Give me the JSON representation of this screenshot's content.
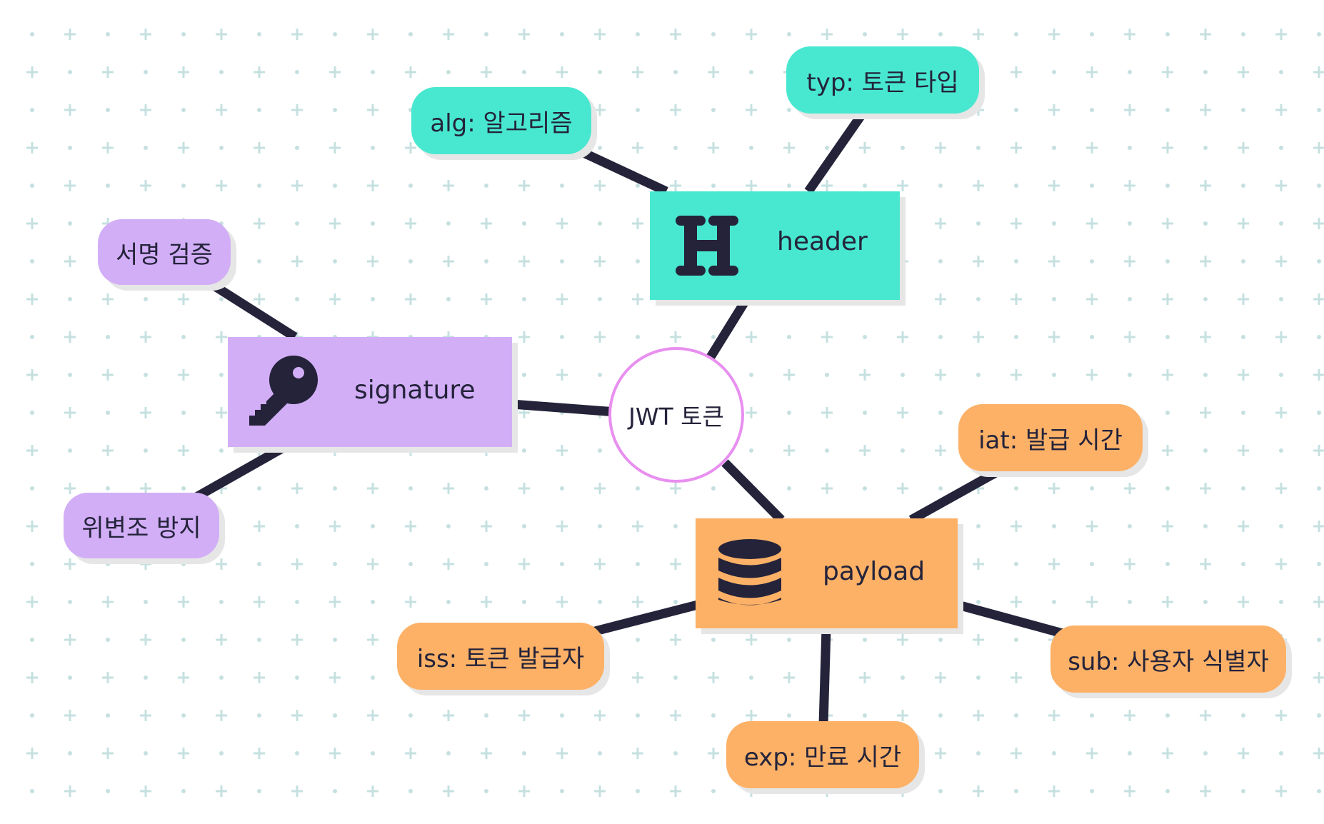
{
  "colors": {
    "header": "#48e8d0",
    "signature": "#d2aef7",
    "payload": "#fcb167",
    "center_border": "#e88ff0",
    "edge": "#24233a",
    "grid": "#c6e0e0"
  },
  "center": {
    "label": "JWT 토큰"
  },
  "header": {
    "label": "header",
    "icon": "letter-h-icon",
    "children": [
      "alg: 알고리즘",
      "typ: 토큰 타입"
    ]
  },
  "signature": {
    "label": "signature",
    "icon": "key-icon",
    "children": [
      "서명 검증",
      "위변조 방지"
    ]
  },
  "payload": {
    "label": "payload",
    "icon": "database-icon",
    "children": [
      "iat: 발급 시간",
      "sub: 사용자 식별자",
      "exp: 만료 시간",
      "iss: 토큰 발급자"
    ]
  }
}
